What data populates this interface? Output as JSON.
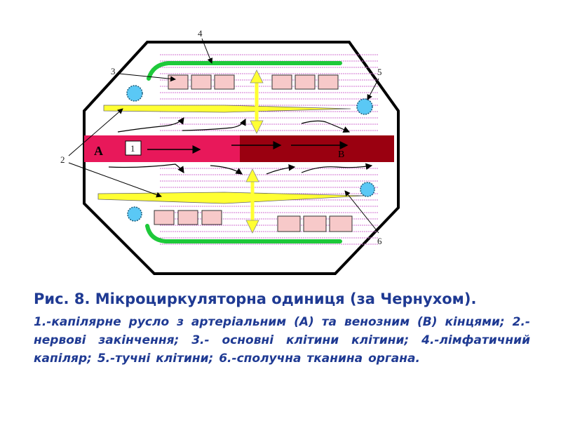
{
  "diagram": {
    "callouts": [
      "1",
      "2",
      "3",
      "4",
      "5",
      "6"
    ],
    "label_a": "A",
    "label_b": "B",
    "colors": {
      "arterial": "#e8185a",
      "venous": "#9a0010",
      "lymphatic": "#1ec93a",
      "nerve": "#ffff33",
      "cell": "#f7c9c9",
      "mast_cell": "#5ac8f5",
      "tissue_lines": "#d070d0",
      "outline": "#000000"
    }
  },
  "caption": {
    "title": "Рис. 8. Мікроциркуляторна одиниця (за Чернухом).",
    "text": "1.-капілярне русло з артеріальним (А) та венозним (В) кінцями; 2.-нервові закінчення; 3.- основні клітини клітини; 4.-лімфатичний капіляр; 5.-тучні клітини; 6.-сполучна тканина органа."
  }
}
